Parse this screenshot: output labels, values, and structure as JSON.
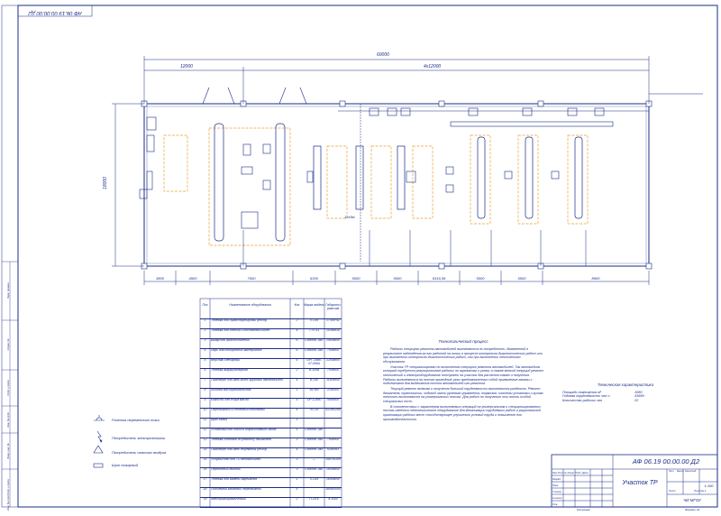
{
  "drawing_code": "АФ 06.19 00.00.00 Д2",
  "drawing_code_corner": "АФ 06.19 00.00.00 Д2",
  "drawing_title": "Участок ТР",
  "scale": "1:100",
  "organization": "ЧИ МГОУ",
  "sheet_label": "Лист",
  "sheets_label": "Листов 1",
  "copied_label": "Копировал",
  "format_label": "Формат А1",
  "dimensions": {
    "total": "60000",
    "bay_first": "12000",
    "bays_rest": "4х12000",
    "height": "18000",
    "bottom": [
      "3800",
      "4900",
      "7500",
      "6300",
      "5500",
      "5500",
      "6316,59",
      "5500",
      "5500",
      "8900"
    ],
    "side_mark": "12х5ю"
  },
  "table": {
    "headers": [
      "Поз",
      "Наименование оборудования",
      "Кол",
      "Марка модель",
      "Габариты разм мм"
    ],
    "rows": [
      [
        "1",
        "Тележка для транспортировки рессор",
        "2",
        "П-216",
        "1730х742"
      ],
      [
        "2",
        "Тележка для снятия и постановки колес",
        "4",
        "ТТП-11",
        "1036х515"
      ],
      [
        "3",
        "Шкаф для приспособлений",
        "6",
        "Собств. изг.",
        "1400х650"
      ],
      [
        "4",
        "Ларь для обтирочных материалов",
        "6",
        "Собств. изг.",
        "700х600"
      ],
      [
        "5",
        "Верстак слесарный",
        "6",
        "ОРГ-1468-07-060А",
        "1200х800"
      ],
      [
        "6",
        "Тележка аккумуляторная",
        "2",
        "И-100А",
        "700х600"
      ],
      [
        "7",
        "Гайковерт для гаек колес грузовых автомобилей",
        "4",
        "И-330",
        "1180х650"
      ],
      [
        "8",
        "Колонка маслораздаточная",
        "1",
        "367М3",
        "225х300"
      ],
      [
        "9",
        "Емкость для сбора масла",
        "4",
        "ОР-12450",
        "560х500"
      ],
      [
        "10",
        "Передвижной 4-стоечный подъемник",
        "4",
        "ПП-16",
        "5120х1260"
      ],
      [
        "11",
        "Кран-балка",
        "1",
        "",
        ""
      ],
      [
        "12",
        "Установка для отсоса отработавших газов",
        "5",
        "Собств. изг.",
        ""
      ],
      [
        "13",
        "Тележка-стеллаж по ремонту двигателя",
        "3",
        "Собств. изг.",
        "750х500"
      ],
      [
        "14",
        "Гайковерт для гаек стремянок рессор",
        "4",
        "Собств. изг.",
        "635х363"
      ],
      [
        "15",
        "Устройство для ТО автомобилей",
        "3",
        "—",
        "1567х1100"
      ],
      [
        "16",
        "Переходный мостик",
        "3",
        "Собств. изг.",
        "1600х650"
      ],
      [
        "17",
        "Тележка для замены агрегатов",
        "1",
        "П-219",
        "1840х850"
      ],
      [
        "18",
        "Подъемник канавный передвижной",
        "6",
        "",
        "1850х1000"
      ],
      [
        "19",
        "электрогидравлический",
        "2",
        "П-24.6",
        "а 1500"
      ]
    ]
  },
  "legend": [
    {
      "icon": "socket-icon",
      "label": "Розетка переменного тока"
    },
    {
      "icon": "power-consumer-icon",
      "label": "Потребитель электроэнергии"
    },
    {
      "icon": "air-consumer-icon",
      "label": "Потребитель сжатого воздуха"
    },
    {
      "icon": "fire-board-icon",
      "label": "Щит пожарный"
    }
  ],
  "process": {
    "title": "Технологический процесс",
    "paragraphs": [
      "Работы текущего ремонта автомобилей выполняются по потребности. Выявленной в результате наблюдения за его работой на линии в процессе контрольно-диагностических работ или при выполнении контрольно-диагностических работ, или при выполнении технического обслуживания.",
      "Участок ТР специализирован по выполнению текущего ремонта автомобилей. Так автомобиль который требуется регулировочные работы по агрегатам и узлам, а также мелкий текущий ремонт технический и электрооборудование поступает на участок для расчетов также и получения. Работы выполняются на постах приводные узлы предназначенных собой приемлемые канавы с подъемником для выдвижения постов автомобилей или ремонта.",
      "Текущий ремонт включая и получения большой трудоемкости выполняются раздельно. Ремонт двигателя, трансмиссии, ходовой части рулевого управления, тормозов, системы установки и кузова технично выполняются на универсальных постах. Для работ по получению эти посты особой специальных пост.",
      "В соответствии с характером выполняемых операций на универсальном и специализированных постах имеется технологическое оборудование для механизации трудоемких работ и рациональной организации рабочих мест способствующее улучшению условий труда и повышению его производительности."
    ]
  },
  "specs": {
    "title": "Техническая характеристика",
    "rows": [
      {
        "label": "Площадь помещения м²",
        "value": "1080"
      },
      {
        "label": "Годовая трудоемкость чел-ч",
        "value": "43689"
      },
      {
        "label": "Количество рабочих чел",
        "value": "22"
      }
    ]
  },
  "title_block_labels": {
    "izm": "Изм",
    "list": "Лист",
    "doc": "№ докум.",
    "sign": "Подп.",
    "date": "Дата",
    "razrab": "Разраб.",
    "prov": "Пров.",
    "tkontr": "Т.контр.",
    "nkontr": "Н.контр.",
    "utv": "Утв.",
    "lit": "Лит.",
    "massa": "Масса",
    "masshtab": "Масштаб"
  },
  "left_stamps": [
    "Перв. примен.",
    "Справ. №",
    "Подп. и дата",
    "Инв. № дубл.",
    "Взам. инв. №",
    "Подп. и дата",
    "Инв. № подл."
  ]
}
